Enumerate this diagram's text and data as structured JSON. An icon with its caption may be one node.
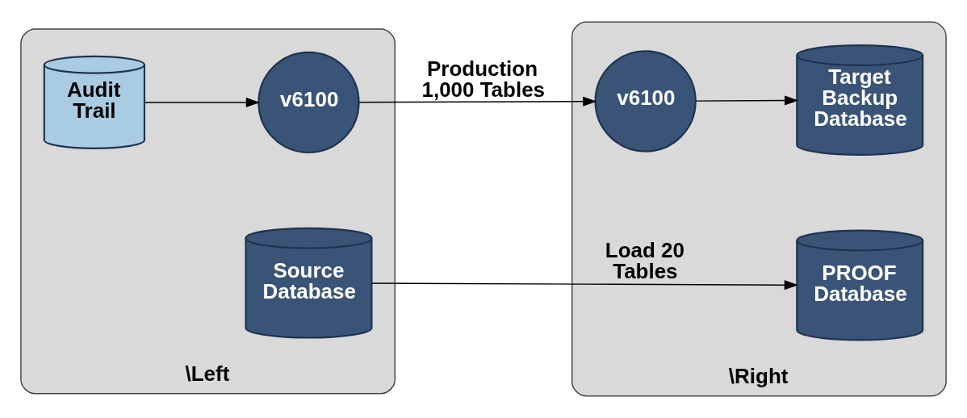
{
  "diagram": {
    "nodes": [
      {
        "text": [
          "\\Left"
        ]
      },
      {
        "text": [
          "Audit Trail"
        ],
        "in": 0
      },
      {
        "text": [
          "v6100"
        ],
        "in": 0
      },
      {
        "text": [
          "Source Database"
        ],
        "in": 0
      },
      {
        "text": [
          "\\Right"
        ]
      },
      {
        "text": [
          "v6100"
        ],
        "in": 4
      },
      {
        "text": [
          "Target Backup Database"
        ],
        "in": 4
      },
      {
        "text": [
          "PROOF Database"
        ],
        "in": 4
      }
    ],
    "edges": [
      {
        "from": 1,
        "to": 2,
        "arrow": "to"
      },
      {
        "from": 2,
        "to": 5,
        "arrow": "to",
        "label": "Production 1,000 Tables"
      },
      {
        "from": 5,
        "to": 6,
        "arrow": "to"
      },
      {
        "from": 3,
        "to": 7,
        "arrow": "to",
        "label": "Load 20 Tables"
      }
    ]
  }
}
